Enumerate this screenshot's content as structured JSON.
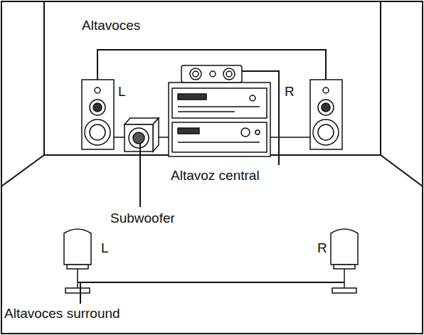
{
  "diagram": {
    "labels": [
      "Altavoces",
      "L",
      "R",
      "Altavoz central",
      "Subwoofer",
      "L",
      "R",
      "Altavoces surround"
    ]
  }
}
